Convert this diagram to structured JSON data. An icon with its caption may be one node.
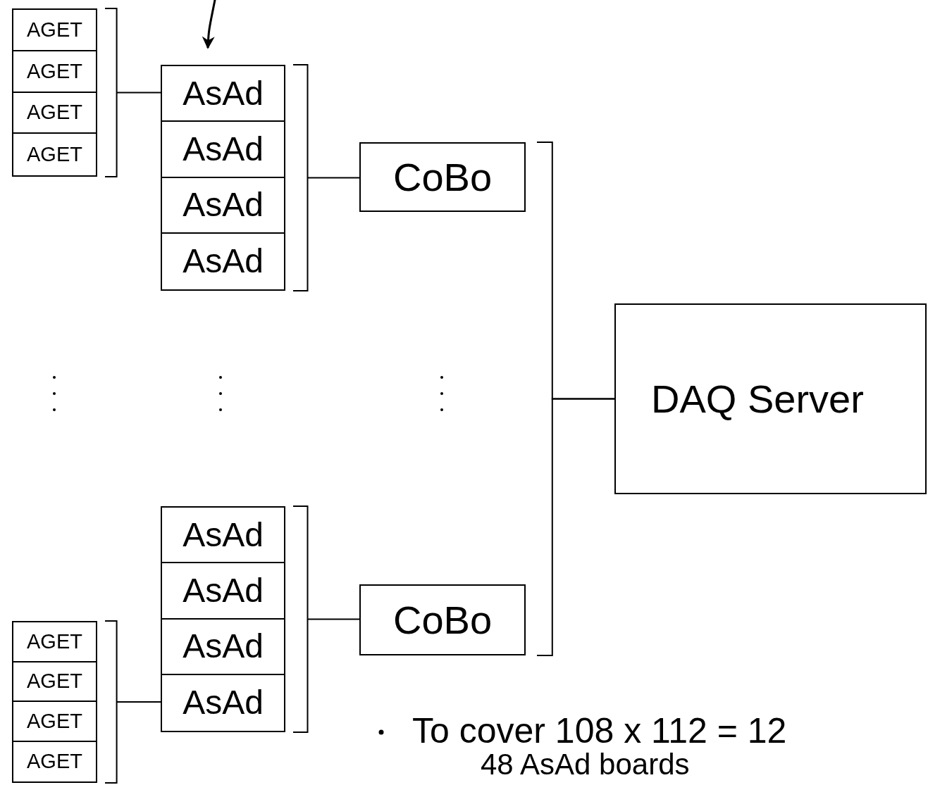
{
  "diagram": {
    "nodes": [
      {
        "text": [],
        "shape": "box"
      },
      {
        "text": [
          "AGET"
        ],
        "in": 0
      },
      {
        "text": [
          "AGET"
        ],
        "in": 0
      },
      {
        "text": [
          "AGET"
        ],
        "in": 0
      },
      {
        "text": [
          "AGET"
        ],
        "in": 0
      },
      {
        "text": [],
        "shape": "box"
      },
      {
        "text": [
          "AsAd"
        ],
        "in": 5
      },
      {
        "text": [
          "AsAd"
        ],
        "in": 5
      },
      {
        "text": [
          "AsAd"
        ],
        "in": 5
      },
      {
        "text": [
          "AsAd"
        ],
        "in": 5
      },
      {
        "text": [
          "CoBo"
        ]
      },
      {
        "text": [
          "DAQ Server"
        ]
      },
      {
        "text": [],
        "shape": "box"
      },
      {
        "text": [
          "AsAd"
        ],
        "in": 12
      },
      {
        "text": [
          "AsAd"
        ],
        "in": 12
      },
      {
        "text": [
          "AsAd"
        ],
        "in": 12
      },
      {
        "text": [
          "AsAd"
        ],
        "in": 12
      },
      {
        "text": [
          "CoBo"
        ]
      },
      {
        "text": [],
        "shape": "box"
      },
      {
        "text": [
          "AGET"
        ],
        "in": 18
      },
      {
        "text": [
          "AGET"
        ],
        "in": 18
      },
      {
        "text": [
          "AGET"
        ],
        "in": 18
      },
      {
        "text": [
          "AGET"
        ],
        "in": 18
      }
    ],
    "edges": [
      {
        "from": null,
        "to": 6,
        "arrow": "to"
      },
      {
        "from": 0,
        "to": 6,
        "arrow": "none"
      },
      {
        "from": 5,
        "to": 10,
        "arrow": "none"
      },
      {
        "from": 10,
        "to": 11,
        "arrow": "none"
      },
      {
        "from": 17,
        "to": 11,
        "arrow": "none"
      },
      {
        "from": 12,
        "to": 17,
        "arrow": "none"
      },
      {
        "from": 18,
        "to": 16,
        "arrow": "none"
      }
    ],
    "labels": [
      "To cover 108 x 112 = 12",
      "48 AsAd boards"
    ]
  }
}
